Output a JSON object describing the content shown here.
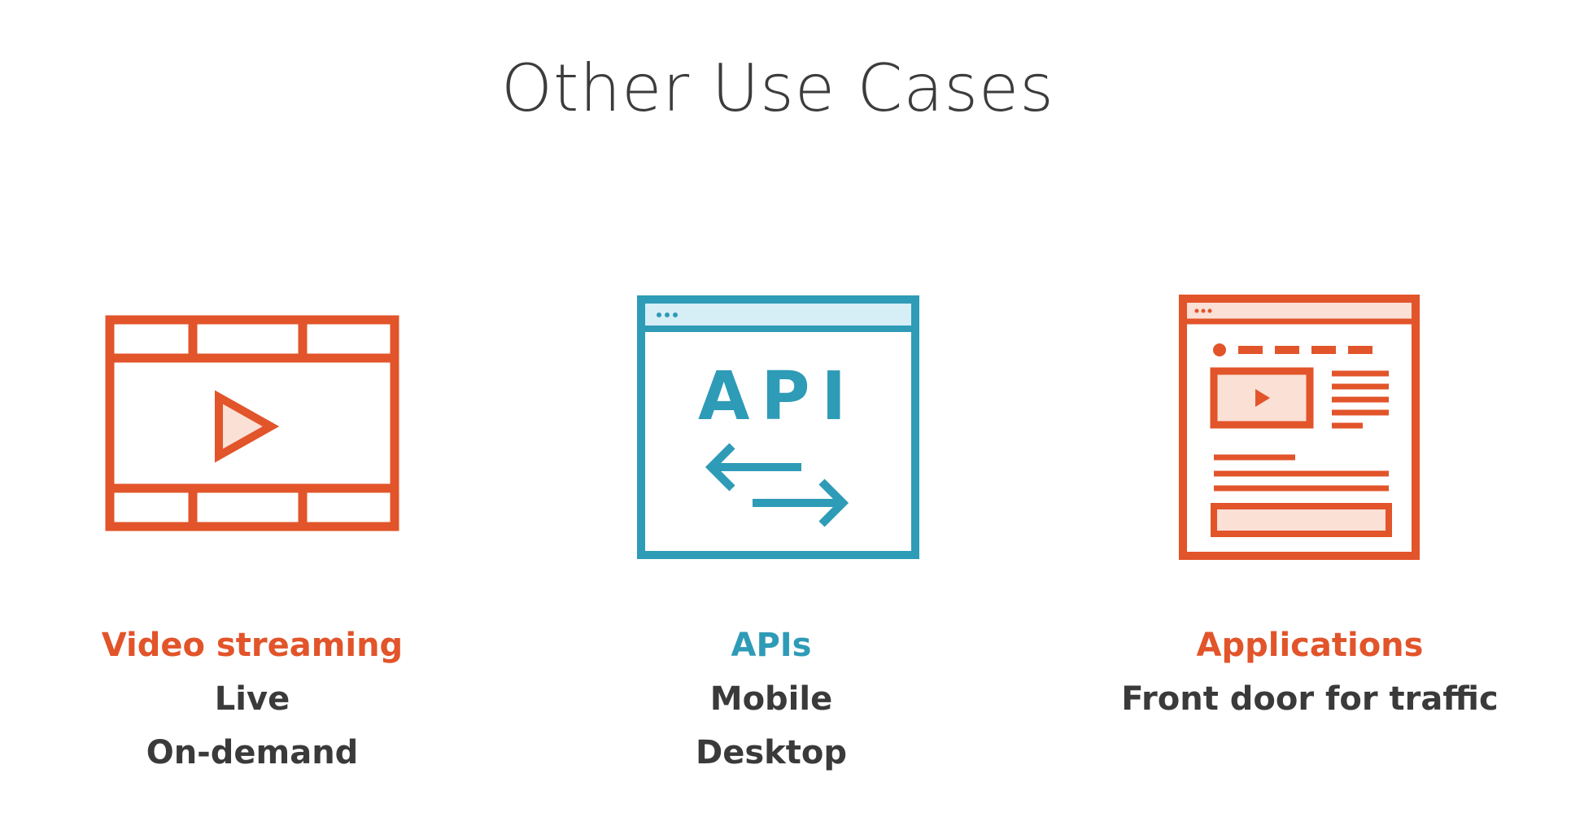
{
  "title": "Other Use Cases",
  "colors": {
    "orange": "#e2542a",
    "orange_fill": "#fbe0d6",
    "blue": "#2e9bb7",
    "blue_fill": "#d6eef6",
    "text_dark": "#3a3a3a"
  },
  "use_cases": [
    {
      "icon": "video-player-icon",
      "heading": "Video streaming",
      "lines": [
        "Live",
        "On-demand"
      ]
    },
    {
      "icon": "api-window-icon",
      "icon_text": "API",
      "heading": "APIs",
      "lines": [
        "Mobile",
        "Desktop"
      ]
    },
    {
      "icon": "web-page-icon",
      "heading": "Applications",
      "lines": [
        "Front door for traffic"
      ]
    }
  ]
}
